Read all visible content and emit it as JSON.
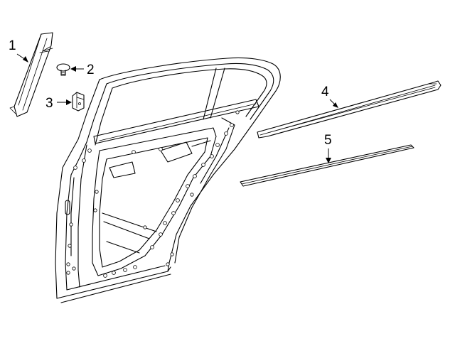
{
  "callouts": [
    {
      "id": "1",
      "label": "1",
      "part": "rear-door-frame-moulding"
    },
    {
      "id": "2",
      "label": "2",
      "part": "clip-screw"
    },
    {
      "id": "3",
      "label": "3",
      "part": "retainer-clip"
    },
    {
      "id": "4",
      "label": "4",
      "part": "belt-weatherstrip-outer"
    },
    {
      "id": "5",
      "label": "5",
      "part": "door-lower-moulding"
    }
  ],
  "colors": {
    "line": "#000000",
    "background": "#ffffff"
  }
}
